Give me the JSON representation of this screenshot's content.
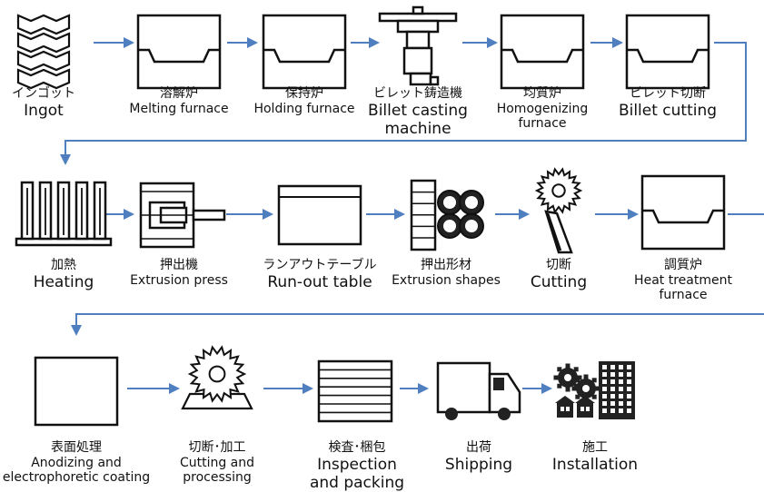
{
  "colors": {
    "arrow": "#4f7fbf",
    "line": "#111111",
    "fill": "#ffffff",
    "icon_dark": "#222222"
  },
  "steps": [
    {
      "id": "ingot",
      "icon": "stacked-ingots-icon",
      "ja": "インゴット",
      "en": [
        "Ingot"
      ]
    },
    {
      "id": "melting",
      "icon": "furnace-icon",
      "ja": "溶解炉",
      "en": [
        "Melting furnace"
      ]
    },
    {
      "id": "holding",
      "icon": "furnace-icon",
      "ja": "保持炉",
      "en": [
        "Holding furnace"
      ]
    },
    {
      "id": "casting",
      "icon": "casting-machine-icon",
      "ja": "ビレット鋳造機",
      "en": [
        "Billet casting",
        "machine"
      ]
    },
    {
      "id": "homogenizing",
      "icon": "furnace-icon",
      "ja": "均質炉",
      "en": [
        "Homogenizing",
        "furnace"
      ]
    },
    {
      "id": "billet-cut",
      "icon": "furnace-icon",
      "ja": "ビレット切断",
      "en": [
        "Billet cutting"
      ]
    },
    {
      "id": "heating",
      "icon": "heater-rack-icon",
      "ja": "加熱",
      "en": [
        "Heating"
      ]
    },
    {
      "id": "press",
      "icon": "extrusion-press-icon",
      "ja": "押出機",
      "en": [
        "Extrusion press"
      ]
    },
    {
      "id": "runout",
      "icon": "runout-table-icon",
      "ja": "ランアウトテーブル",
      "en": [
        "Run-out table"
      ]
    },
    {
      "id": "shapes",
      "icon": "extrusion-shapes-icon",
      "ja": "押出形材",
      "en": [
        "Extrusion shapes"
      ]
    },
    {
      "id": "cutting",
      "icon": "saw-cutting-icon",
      "ja": "切断",
      "en": [
        "Cutting"
      ]
    },
    {
      "id": "heat-treat",
      "icon": "furnace-icon",
      "ja": "調質炉",
      "en": [
        "Heat treatment",
        "furnace"
      ]
    },
    {
      "id": "surface",
      "icon": "surface-treatment-icon",
      "ja": "表面処理",
      "en": [
        "Anodizing and",
        "electrophoretic coating"
      ]
    },
    {
      "id": "processing",
      "icon": "saw-processing-icon",
      "ja": "切断･加工",
      "en": [
        "Cutting and processing"
      ]
    },
    {
      "id": "inspection",
      "icon": "packing-stack-icon",
      "ja": "検査･梱包",
      "en": [
        "Inspection",
        "and packing"
      ]
    },
    {
      "id": "shipping",
      "icon": "truck-icon",
      "ja": "出荷",
      "en": [
        "Shipping"
      ]
    },
    {
      "id": "installation",
      "icon": "buildings-gears-icon",
      "ja": "施工",
      "en": [
        "Installation"
      ]
    }
  ]
}
